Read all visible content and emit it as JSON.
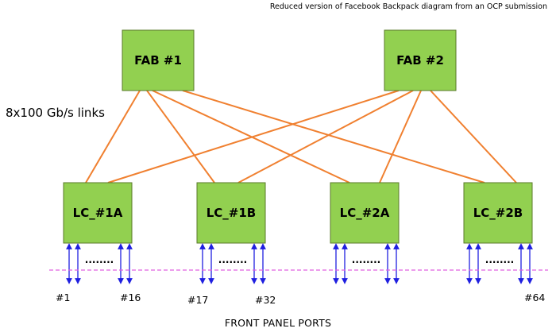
{
  "caption": "Reduced version of Facebook Backpack diagram from an OCP submission",
  "links_label": "8x100 Gb/s links",
  "footer": "FRONT PANEL PORTS",
  "colors": {
    "box_fill": "#92d050",
    "box_stroke": "#5a7a2a",
    "link": "#f08030",
    "port_arrow": "#1f1fe0",
    "panel_line": "#e060e0"
  },
  "fabric_switches": [
    {
      "id": "fab1",
      "label": "FAB #1"
    },
    {
      "id": "fab2",
      "label": "FAB #2"
    }
  ],
  "line_cards": [
    {
      "id": "lc1a",
      "label": "LC_#1A"
    },
    {
      "id": "lc1b",
      "label": "LC_#1B"
    },
    {
      "id": "lc2a",
      "label": "LC_#2A"
    },
    {
      "id": "lc2b",
      "label": "LC_#2B"
    }
  ],
  "links": [
    {
      "from": "fab1",
      "to": "lc1a"
    },
    {
      "from": "fab1",
      "to": "lc1b"
    },
    {
      "from": "fab1",
      "to": "lc2a"
    },
    {
      "from": "fab1",
      "to": "lc2b"
    },
    {
      "from": "fab2",
      "to": "lc1a"
    },
    {
      "from": "fab2",
      "to": "lc1b"
    },
    {
      "from": "fab2",
      "to": "lc2a"
    },
    {
      "from": "fab2",
      "to": "lc2b"
    }
  ],
  "ellipsis": "........",
  "port_labels": [
    "#1",
    "#16",
    "#17",
    "#32",
    "#64"
  ]
}
